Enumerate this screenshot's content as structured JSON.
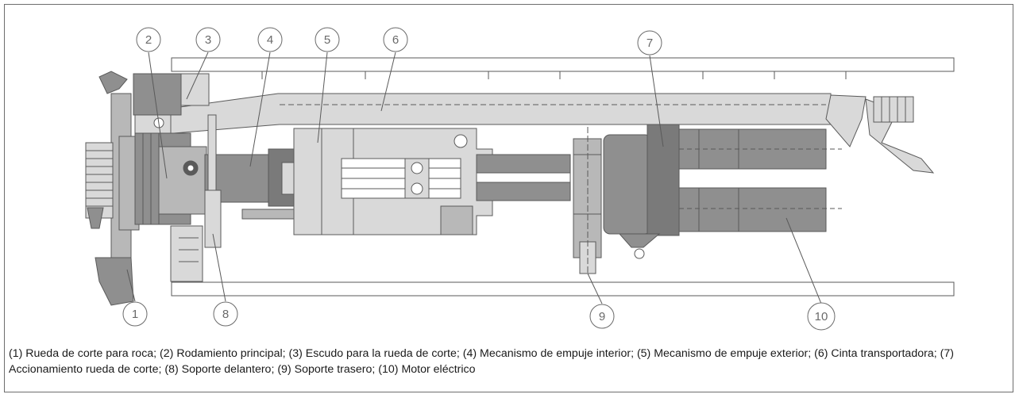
{
  "callouts": [
    {
      "id": "c1",
      "label": "1"
    },
    {
      "id": "c2",
      "label": "2"
    },
    {
      "id": "c3",
      "label": "3"
    },
    {
      "id": "c4",
      "label": "4"
    },
    {
      "id": "c5",
      "label": "5"
    },
    {
      "id": "c6",
      "label": "6"
    },
    {
      "id": "c7",
      "label": "7"
    },
    {
      "id": "c8",
      "label": "8"
    },
    {
      "id": "c9",
      "label": "9"
    },
    {
      "id": "c10",
      "label": "10"
    }
  ],
  "caption": "(1) Rueda de corte para roca; (2) Rodamiento principal; (3) Escudo para la rueda de corte; (4) Mecanismo de empuje interior; (5) Mecanismo de empuje exterior; (6) Cinta transportadora; (7) Accionamiento rueda de corte; (8) Soporte delantero; (9) Soporte trasero; (10) Motor eléctrico",
  "colors": {
    "outline": "#5a5a5a",
    "light_fill": "#d9d9d9",
    "mid_fill": "#b8b8b8",
    "dark_fill": "#8f8f8f",
    "darker_fill": "#7a7a7a",
    "frame": "#6d6d6d"
  }
}
